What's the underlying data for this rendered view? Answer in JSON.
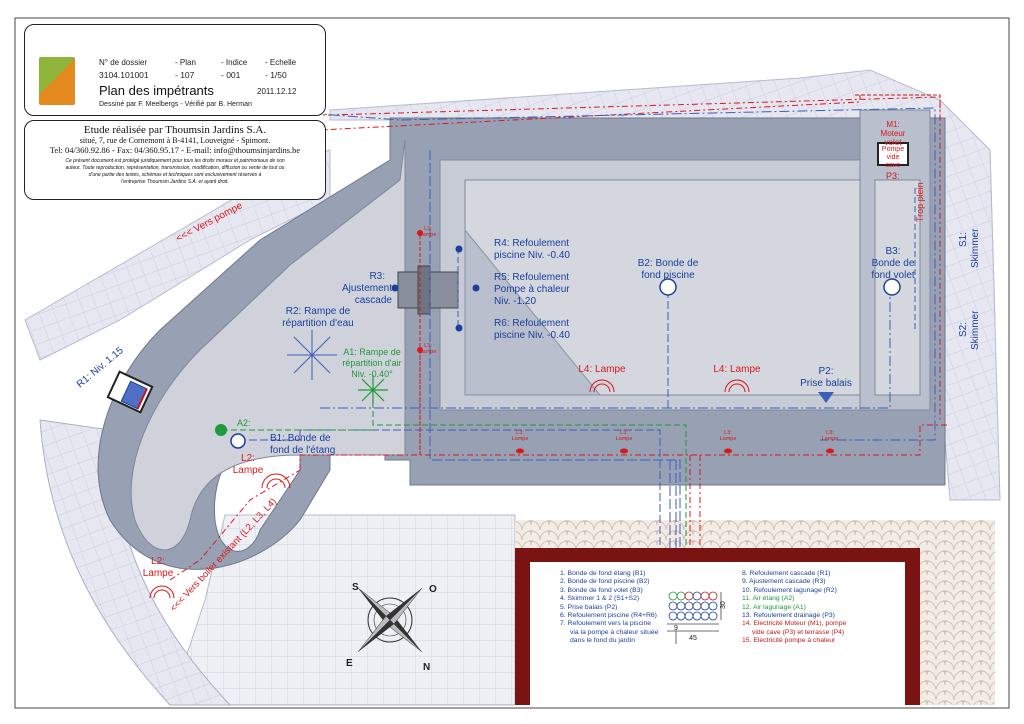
{
  "title_block": {
    "labels": [
      "N° de dossier",
      "- Plan",
      "- Indice",
      "- Echelle"
    ],
    "values": [
      "3104.101001",
      "- 107",
      "- 001",
      "- 1/50"
    ],
    "plan_title": "Plan des impétrants",
    "date": "2011.12.12",
    "drawn_by": "Dessiné par F. Meelbergs - Vérifié par B. Herman"
  },
  "company": {
    "name": "Etude réalisée par Thoumsin Jardins S.A.",
    "address": "situé, 7, rue de Cornemont à B-4141, Louveigné - Spimont.",
    "contact": "Tel: 04/360.92.86 - Fax: 04/360.95.17 - E-mail: info@thoumsinjardins.be",
    "legal": [
      "Ce présent document est protégé juridiquement pour tous les droits moraux et patrimoniaux de son",
      "auteur. Toute reproduction, représentation, transmission, modification, diffusion ou vente de tout ou",
      "d'une partie des textes, schémas et techniques sont exclusivement réservés à",
      "l'entreprise Thoumsin Jardins S.A. et ayant droit."
    ]
  },
  "plan_labels": {
    "r4": [
      "R4: Refoulement",
      "piscine Niv. -0.40"
    ],
    "r5": [
      "R5: Refoulement",
      "Pompe à chaleur",
      "Niv. -1.20"
    ],
    "r6": [
      "R6: Refoulement",
      "piscine Niv. -0.40"
    ],
    "r3": [
      "R3:",
      "Ajustement",
      "cascade"
    ],
    "b2": [
      "B2: Bonde de",
      "fond piscine"
    ],
    "b3": [
      "B3:",
      "Bonde de",
      "fond volet"
    ],
    "m1": [
      "M1:",
      "Moteur",
      "volet"
    ],
    "pompe": [
      "Pompe",
      "vide",
      "cave"
    ],
    "p3": "P3:",
    "trop_plein": "Trop plein",
    "s1": [
      "S1:",
      "Skimmer"
    ],
    "s2": [
      "S2:",
      "Skimmer"
    ],
    "r2": [
      "R2: Rampe de",
      "répartition d'eau"
    ],
    "a1": [
      "A1: Rampe de",
      "répartition d'air",
      "Niv. -0.40°"
    ],
    "a2": "A2:",
    "b1": [
      "B1: Bonde de",
      "fond de l'étang"
    ],
    "l2a": [
      "L2:",
      "Lampe"
    ],
    "l2b": [
      "L2:",
      "Lampe"
    ],
    "l4a": "L4: Lampe",
    "l4b": "L4: Lampe",
    "p2": [
      "P2:",
      "Prise balais"
    ],
    "r1": "R1: Niv. 1.15",
    "l3": [
      "L3:",
      "Lampe"
    ],
    "vers_pompe": "<<< Vers pompe",
    "vers_boiler": "<<< Vers boiler existant (L2, L3, L4)",
    "compass": [
      "S",
      "O",
      "E",
      "N"
    ],
    "dims": [
      "30",
      "45",
      "9"
    ]
  },
  "legend": {
    "col1": [
      {
        "t": "1.   Bonde de fond étang (B1)",
        "c": "#1a3f9e"
      },
      {
        "t": "2.   Bonde de fond piscine (B2)",
        "c": "#1a3f9e"
      },
      {
        "t": "3.   Bonde de fond volet (B3)",
        "c": "#1a3f9e"
      },
      {
        "t": "4.   Skimmer 1 & 2 (S1+S2)",
        "c": "#1a3f9e"
      },
      {
        "t": "5.   Prise balais (P2)",
        "c": "#1a3f9e"
      },
      {
        "t": "6.   Refoulement piscine (R4+R6)",
        "c": "#1a3f9e"
      },
      {
        "t": "7.   Refoulement vers la piscine",
        "c": "#1a3f9e"
      },
      {
        "t": "via la pompe à chaleur située",
        "c": "#1a3f9e"
      },
      {
        "t": "dans le fond du jardin",
        "c": "#1a3f9e"
      }
    ],
    "col2": [
      {
        "t": "8.    Refoulement cascade (R1)",
        "c": "#1a3f9e"
      },
      {
        "t": "9.    Ajustement cascade (R3)",
        "c": "#1a3f9e"
      },
      {
        "t": "10.  Refoulement lagunage (R2)",
        "c": "#1a3f9e"
      },
      {
        "t": "11.  Air étang (A2)",
        "c": "#1e9a3a"
      },
      {
        "t": "12.  Air lagunage (A1)",
        "c": "#1e9a3a"
      },
      {
        "t": "13.  Refoulement drainage (P3)",
        "c": "#1a3f9e"
      },
      {
        "t": "14.  Electricité Moteur (M1), pompe",
        "c": "#c8171b"
      },
      {
        "t": "vide cave (P3) et terrasse (P4)",
        "c": "#c8171b"
      },
      {
        "t": "15.  Electricité pompe à chaleur",
        "c": "#c8171b"
      }
    ]
  },
  "colors": {
    "blue": "#1a3f9e",
    "green": "#1e9a3a",
    "red": "#d9191c",
    "pool": "#cdd0d8",
    "wall": "#8f98aa",
    "frame": "#7a1412"
  }
}
